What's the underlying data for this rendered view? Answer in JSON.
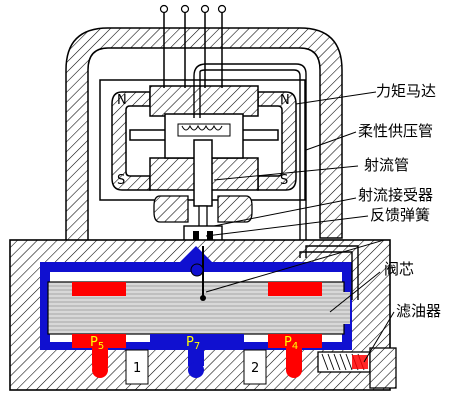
{
  "diagram": {
    "callouts": {
      "torque_motor": "力矩马达",
      "flexible_supply_tube": "柔性供压管",
      "jet_pipe": "射流管",
      "jet_receiver": "射流接受器",
      "feedback_spring": "反馈弹簧",
      "spool": "阀芯",
      "oil_filter": "滤油器"
    },
    "magnet_poles": {
      "left_top": "N",
      "right_top": "N",
      "left_bottom": "S",
      "right_bottom": "S"
    },
    "ports": {
      "p5": "P",
      "p5_sub": "5",
      "p7": "P",
      "p7_sub": "7",
      "p4": "P",
      "p4_sub": "4",
      "control_1": "1",
      "control_2": "2"
    },
    "colors": {
      "supply_pressure": "#ff0000",
      "return_oil": "#1010d0",
      "hatch": "#000000",
      "background": "#ffffff"
    }
  }
}
